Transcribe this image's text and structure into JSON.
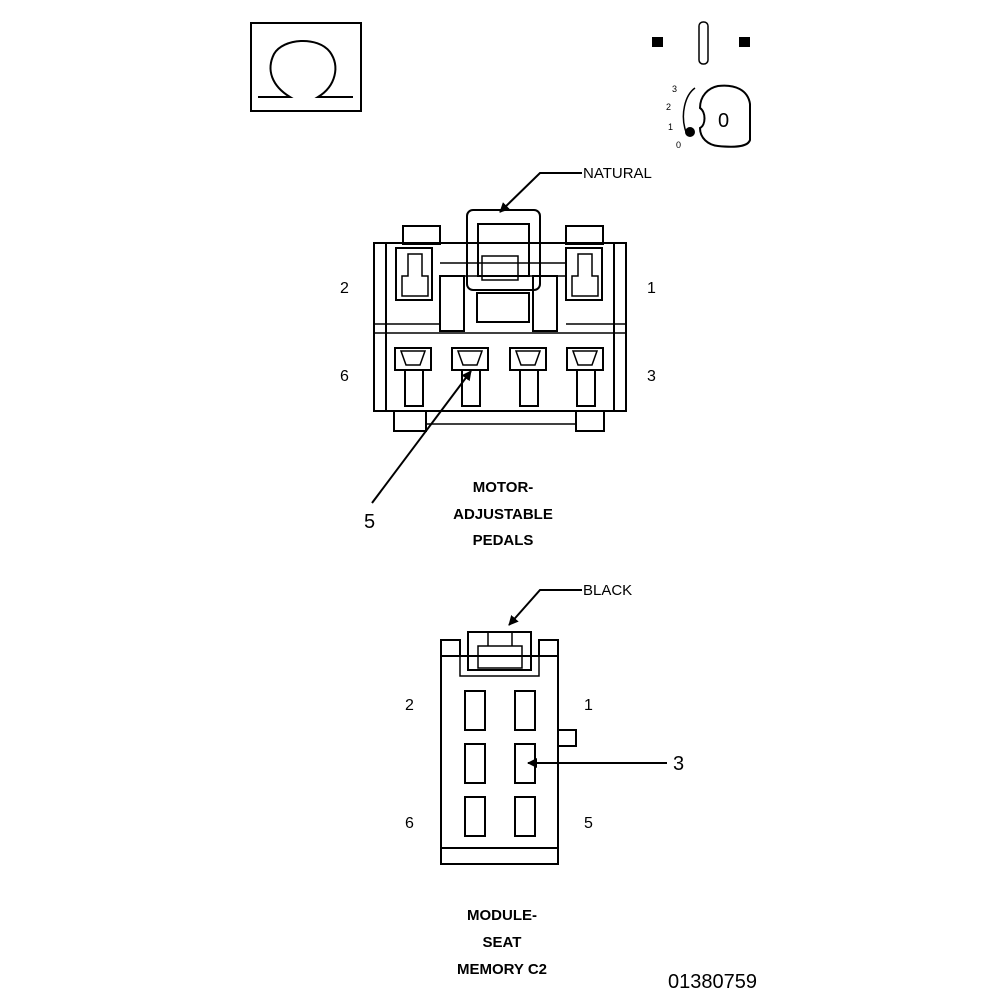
{
  "connector_top": {
    "callout_color": "NATURAL",
    "pin_2": "2",
    "pin_1": "1",
    "pin_6": "6",
    "pin_3": "3",
    "pin_callout": "5",
    "title_line1": "MOTOR-",
    "title_line2": "ADJUSTABLE",
    "title_line3": "PEDALS"
  },
  "connector_bottom": {
    "callout_color": "BLACK",
    "pin_2": "2",
    "pin_1": "1",
    "pin_6": "6",
    "pin_5": "5",
    "pin_callout": "3",
    "title_line1": "MODULE-",
    "title_line2": "SEAT",
    "title_line3": "MEMORY C2"
  },
  "ignition": {
    "positions": [
      "3",
      "2",
      "1",
      "0"
    ],
    "key_label": "0"
  },
  "figure_id": "01380759",
  "colors": {
    "line": "#000000",
    "background": "#ffffff"
  },
  "icons": [
    "omega-symbol-icon",
    "ignition-key-icon"
  ]
}
